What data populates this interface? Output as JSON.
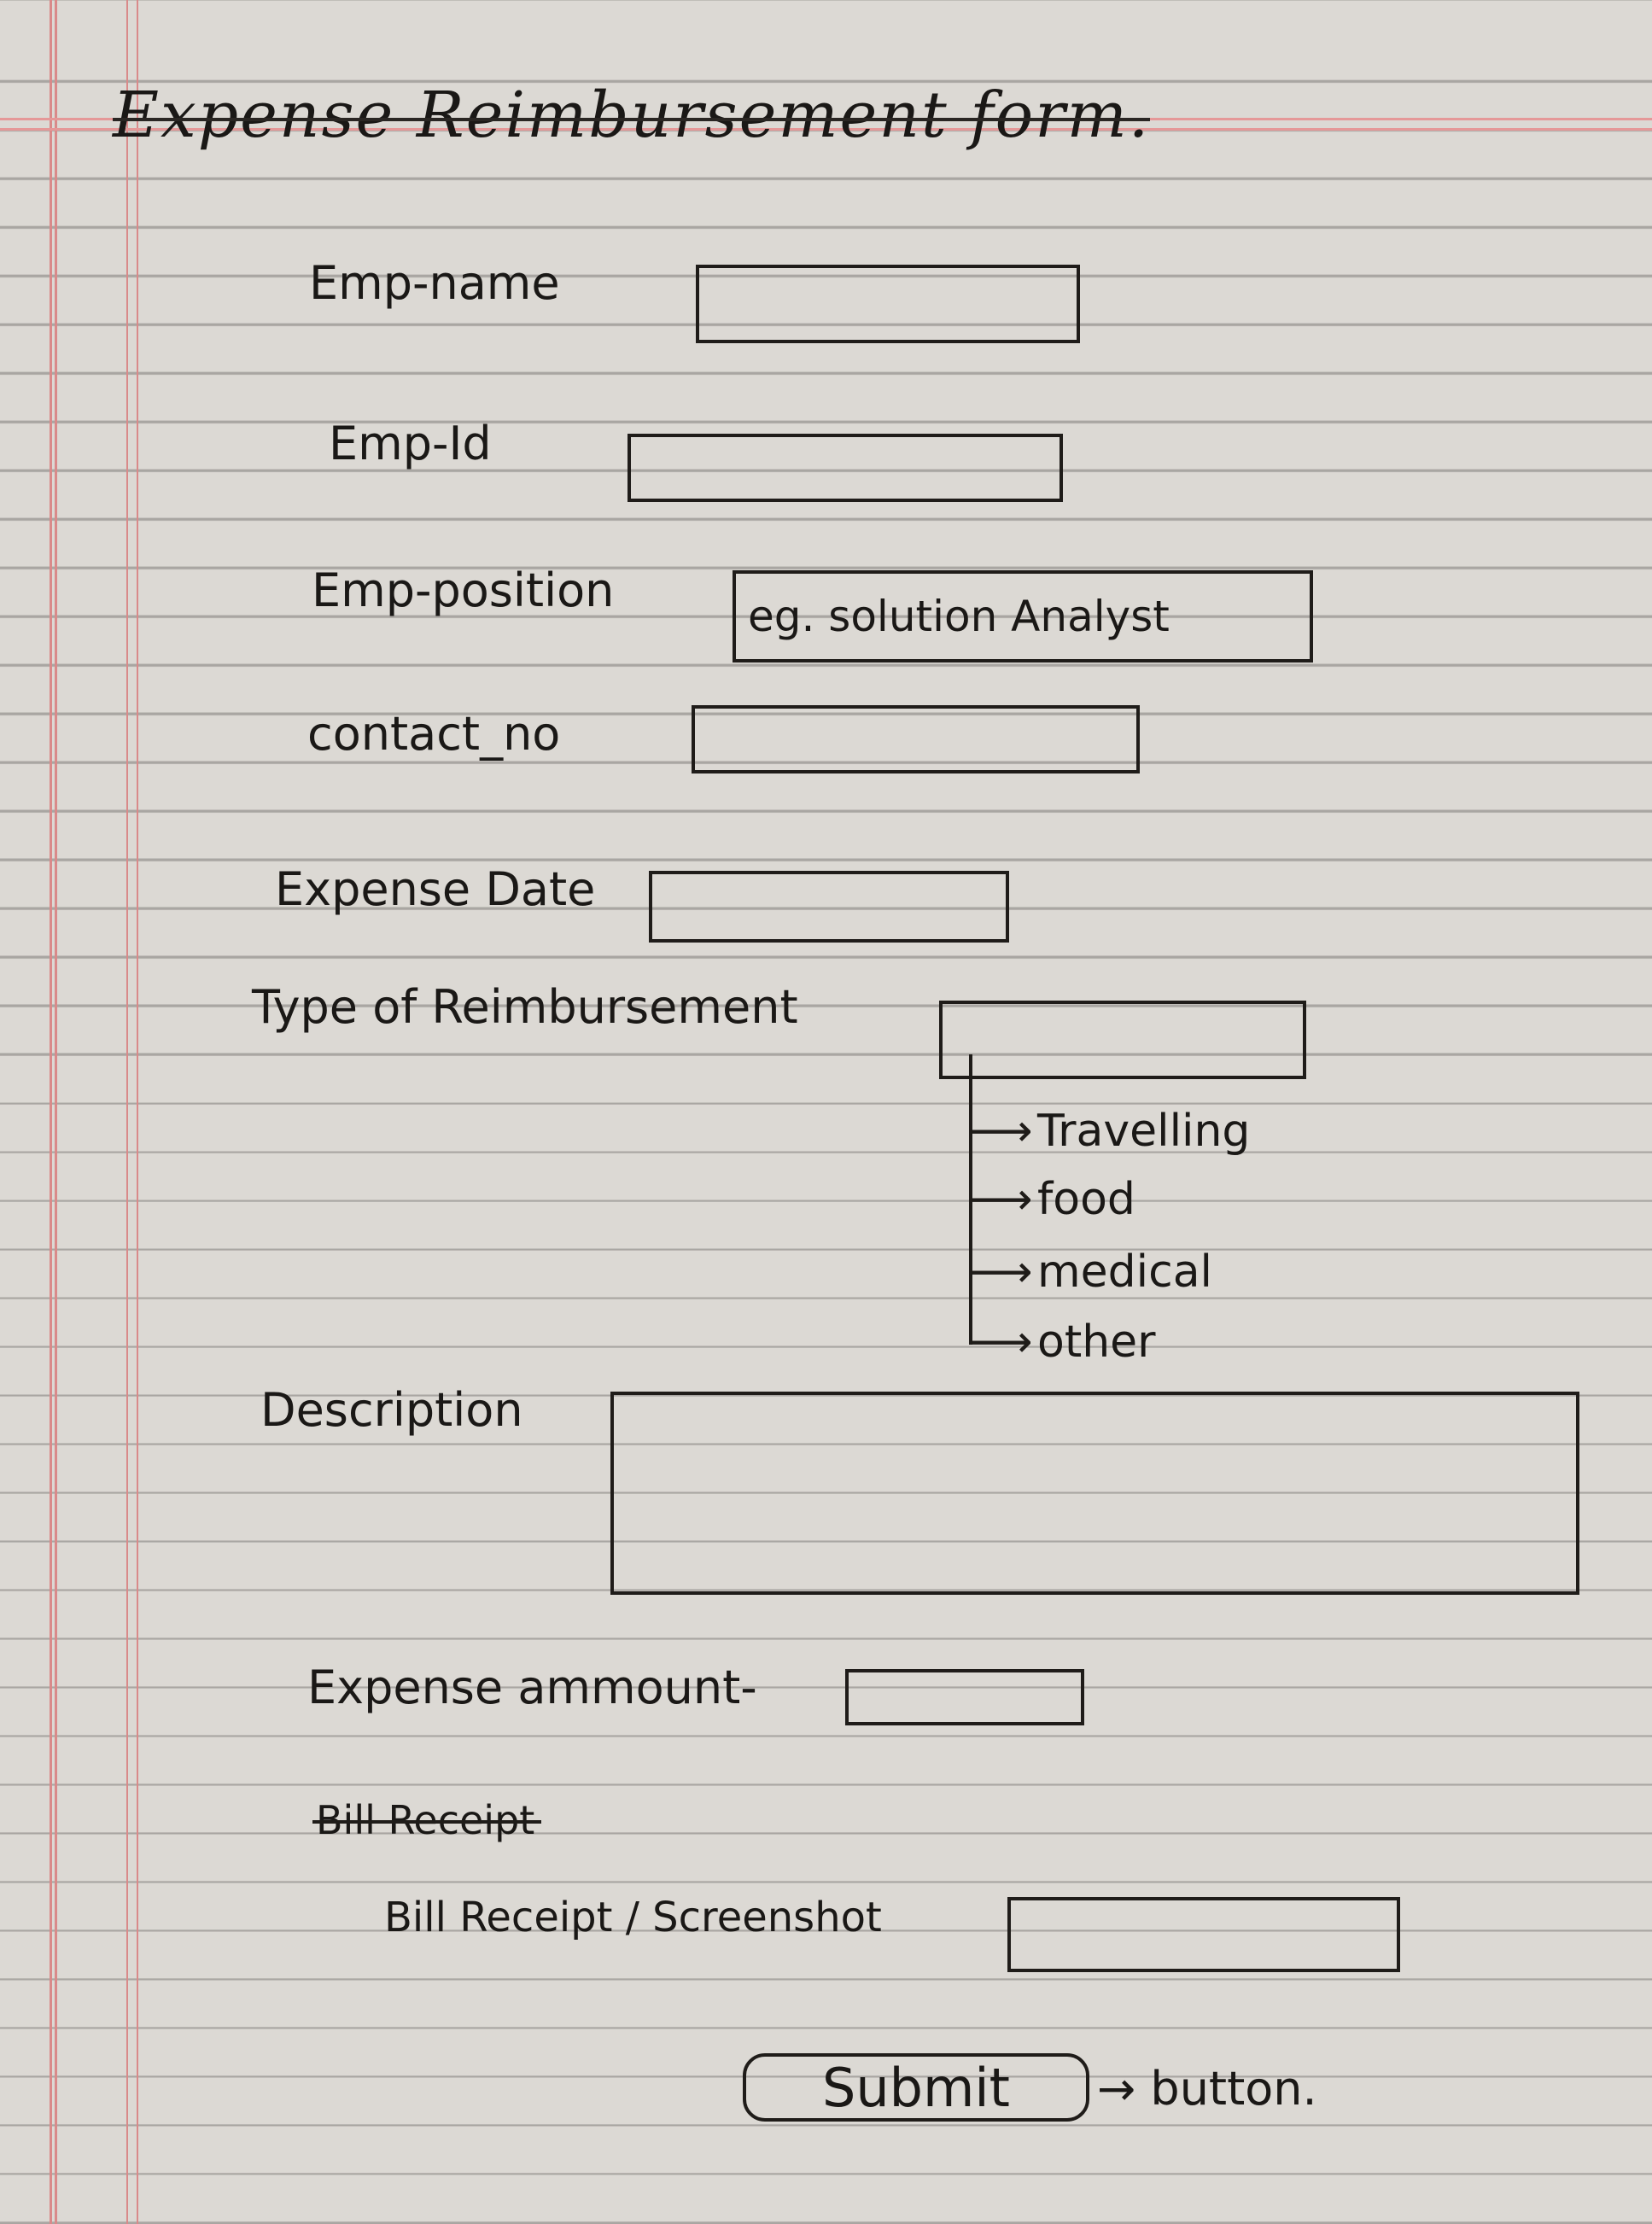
{
  "form": {
    "title": "Expense Reimbursement form."
  },
  "fields": {
    "emp_name": {
      "label": "Emp-name",
      "value": ""
    },
    "emp_id": {
      "label": "Emp-Id",
      "value": ""
    },
    "emp_position": {
      "label": "Emp-position",
      "placeholder": "eg. solution Analyst"
    },
    "contact_no": {
      "label": "contact_no",
      "value": ""
    },
    "expense_date": {
      "label": "Expense Date",
      "value": ""
    },
    "reimbursement_type": {
      "label": "Type of Reimbursement",
      "value": "",
      "options": [
        "Travelling",
        "food",
        "medical",
        "other"
      ]
    },
    "description": {
      "label": "Description",
      "value": ""
    },
    "expense_amount": {
      "label": "Expense ammount-",
      "value": ""
    },
    "bill_receipt": {
      "struck_label": "Bill Receipt",
      "label": "Bill Receipt / Screenshot",
      "value": ""
    }
  },
  "submit": {
    "label": "Submit",
    "note": "→ button."
  },
  "colors": {
    "paper": "#dcd9d4",
    "rule_line": "#a9a6a2",
    "margin_line": "#d98a8a",
    "ink": "#1a1816"
  }
}
